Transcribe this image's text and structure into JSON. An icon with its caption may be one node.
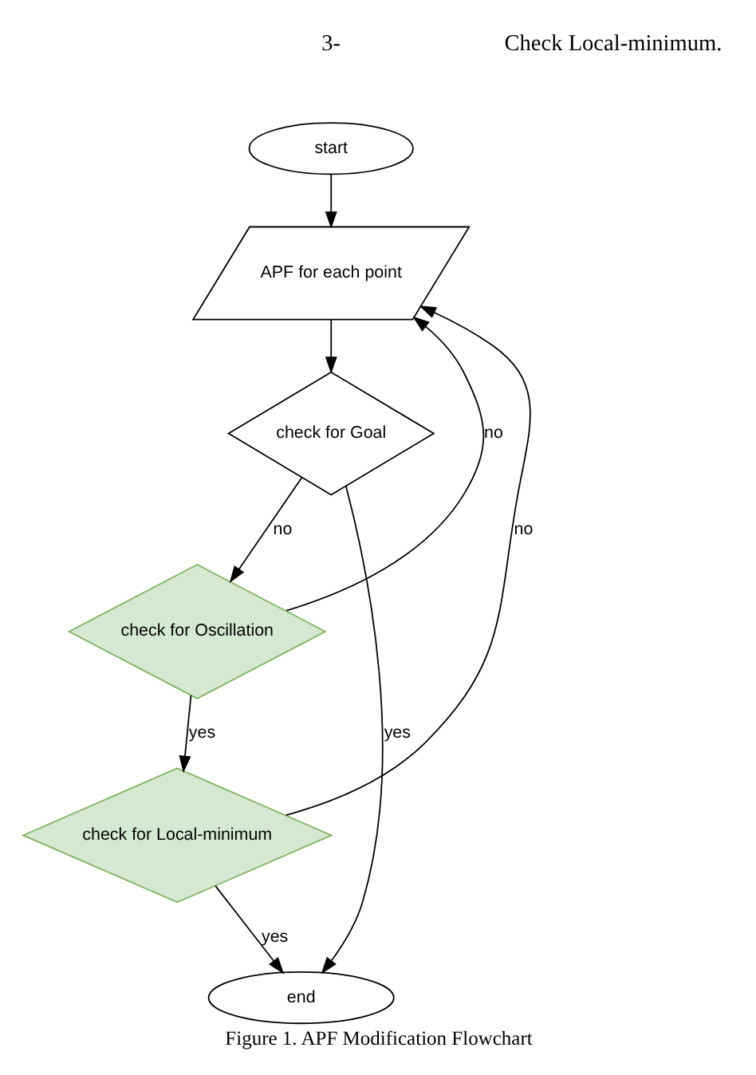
{
  "diagram": {
    "caption": "Figure 1. APF Modification Flowchart",
    "nodes": [
      {
        "text": [
          "start"
        ]
      },
      {
        "text": [
          "APF for each point"
        ]
      },
      {
        "text": [
          "check for Goal"
        ]
      },
      {
        "text": [
          "check for Oscillation"
        ]
      },
      {
        "text": [
          "check for Local-minimum"
        ]
      },
      {
        "text": [
          "end"
        ]
      }
    ],
    "edges": [
      {
        "from": 0,
        "to": 1,
        "arrow": "to"
      },
      {
        "from": 1,
        "to": 2,
        "arrow": "to"
      },
      {
        "from": 2,
        "to": 5,
        "arrow": "to",
        "label": "yes"
      },
      {
        "from": 2,
        "to": 3,
        "arrow": "to",
        "label": "no"
      },
      {
        "from": 3,
        "to": 1,
        "arrow": "to",
        "label": "no"
      },
      {
        "from": 3,
        "to": 4,
        "arrow": "to",
        "label": "yes"
      },
      {
        "from": 4,
        "to": 1,
        "arrow": "to",
        "label": "no"
      },
      {
        "from": 4,
        "to": 5,
        "arrow": "to",
        "label": "yes"
      }
    ],
    "labels": [
      "3-",
      "Check Local-minimum."
    ]
  }
}
